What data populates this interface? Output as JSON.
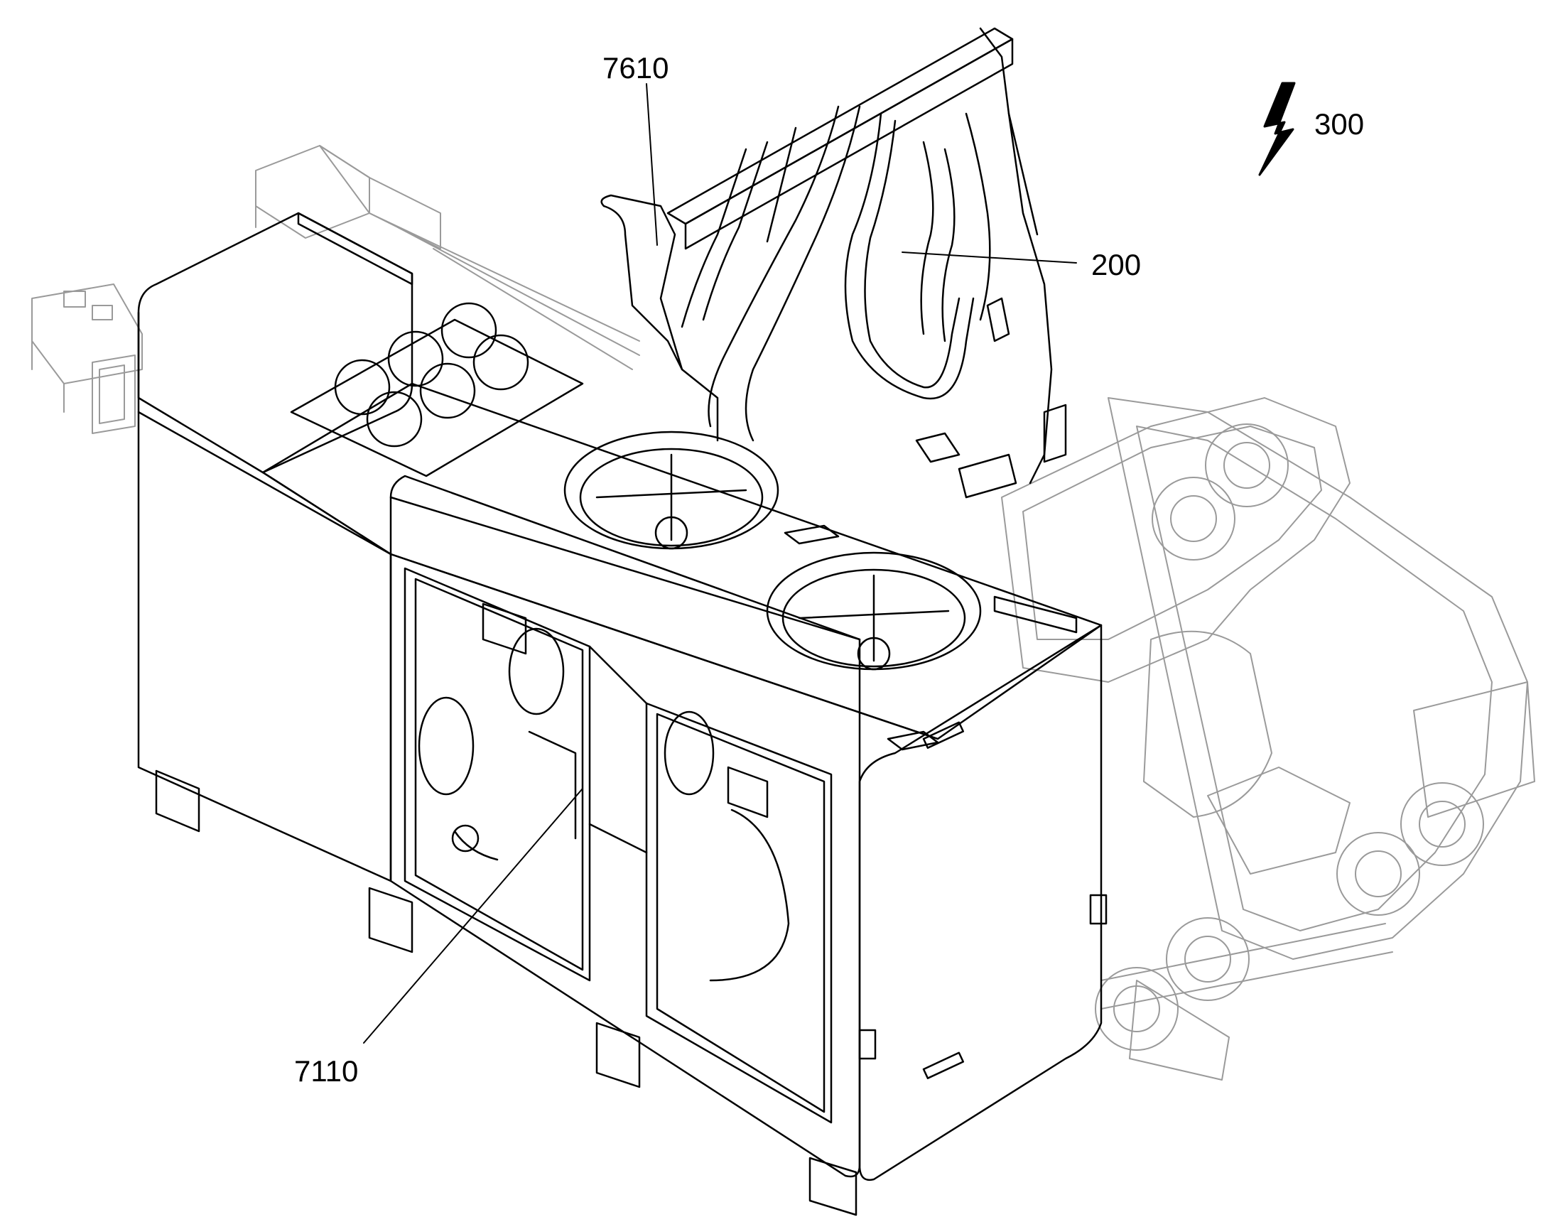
{
  "figure": {
    "reference_labels": [
      {
        "id": "label_7610",
        "text": "7610"
      },
      {
        "id": "label_300",
        "text": "300"
      },
      {
        "id": "label_200",
        "text": "200"
      },
      {
        "id": "label_7110",
        "text": "7110"
      }
    ],
    "colors": {
      "outline": "#000000",
      "ghost": "#9a9a9a",
      "background": "#ffffff"
    }
  }
}
